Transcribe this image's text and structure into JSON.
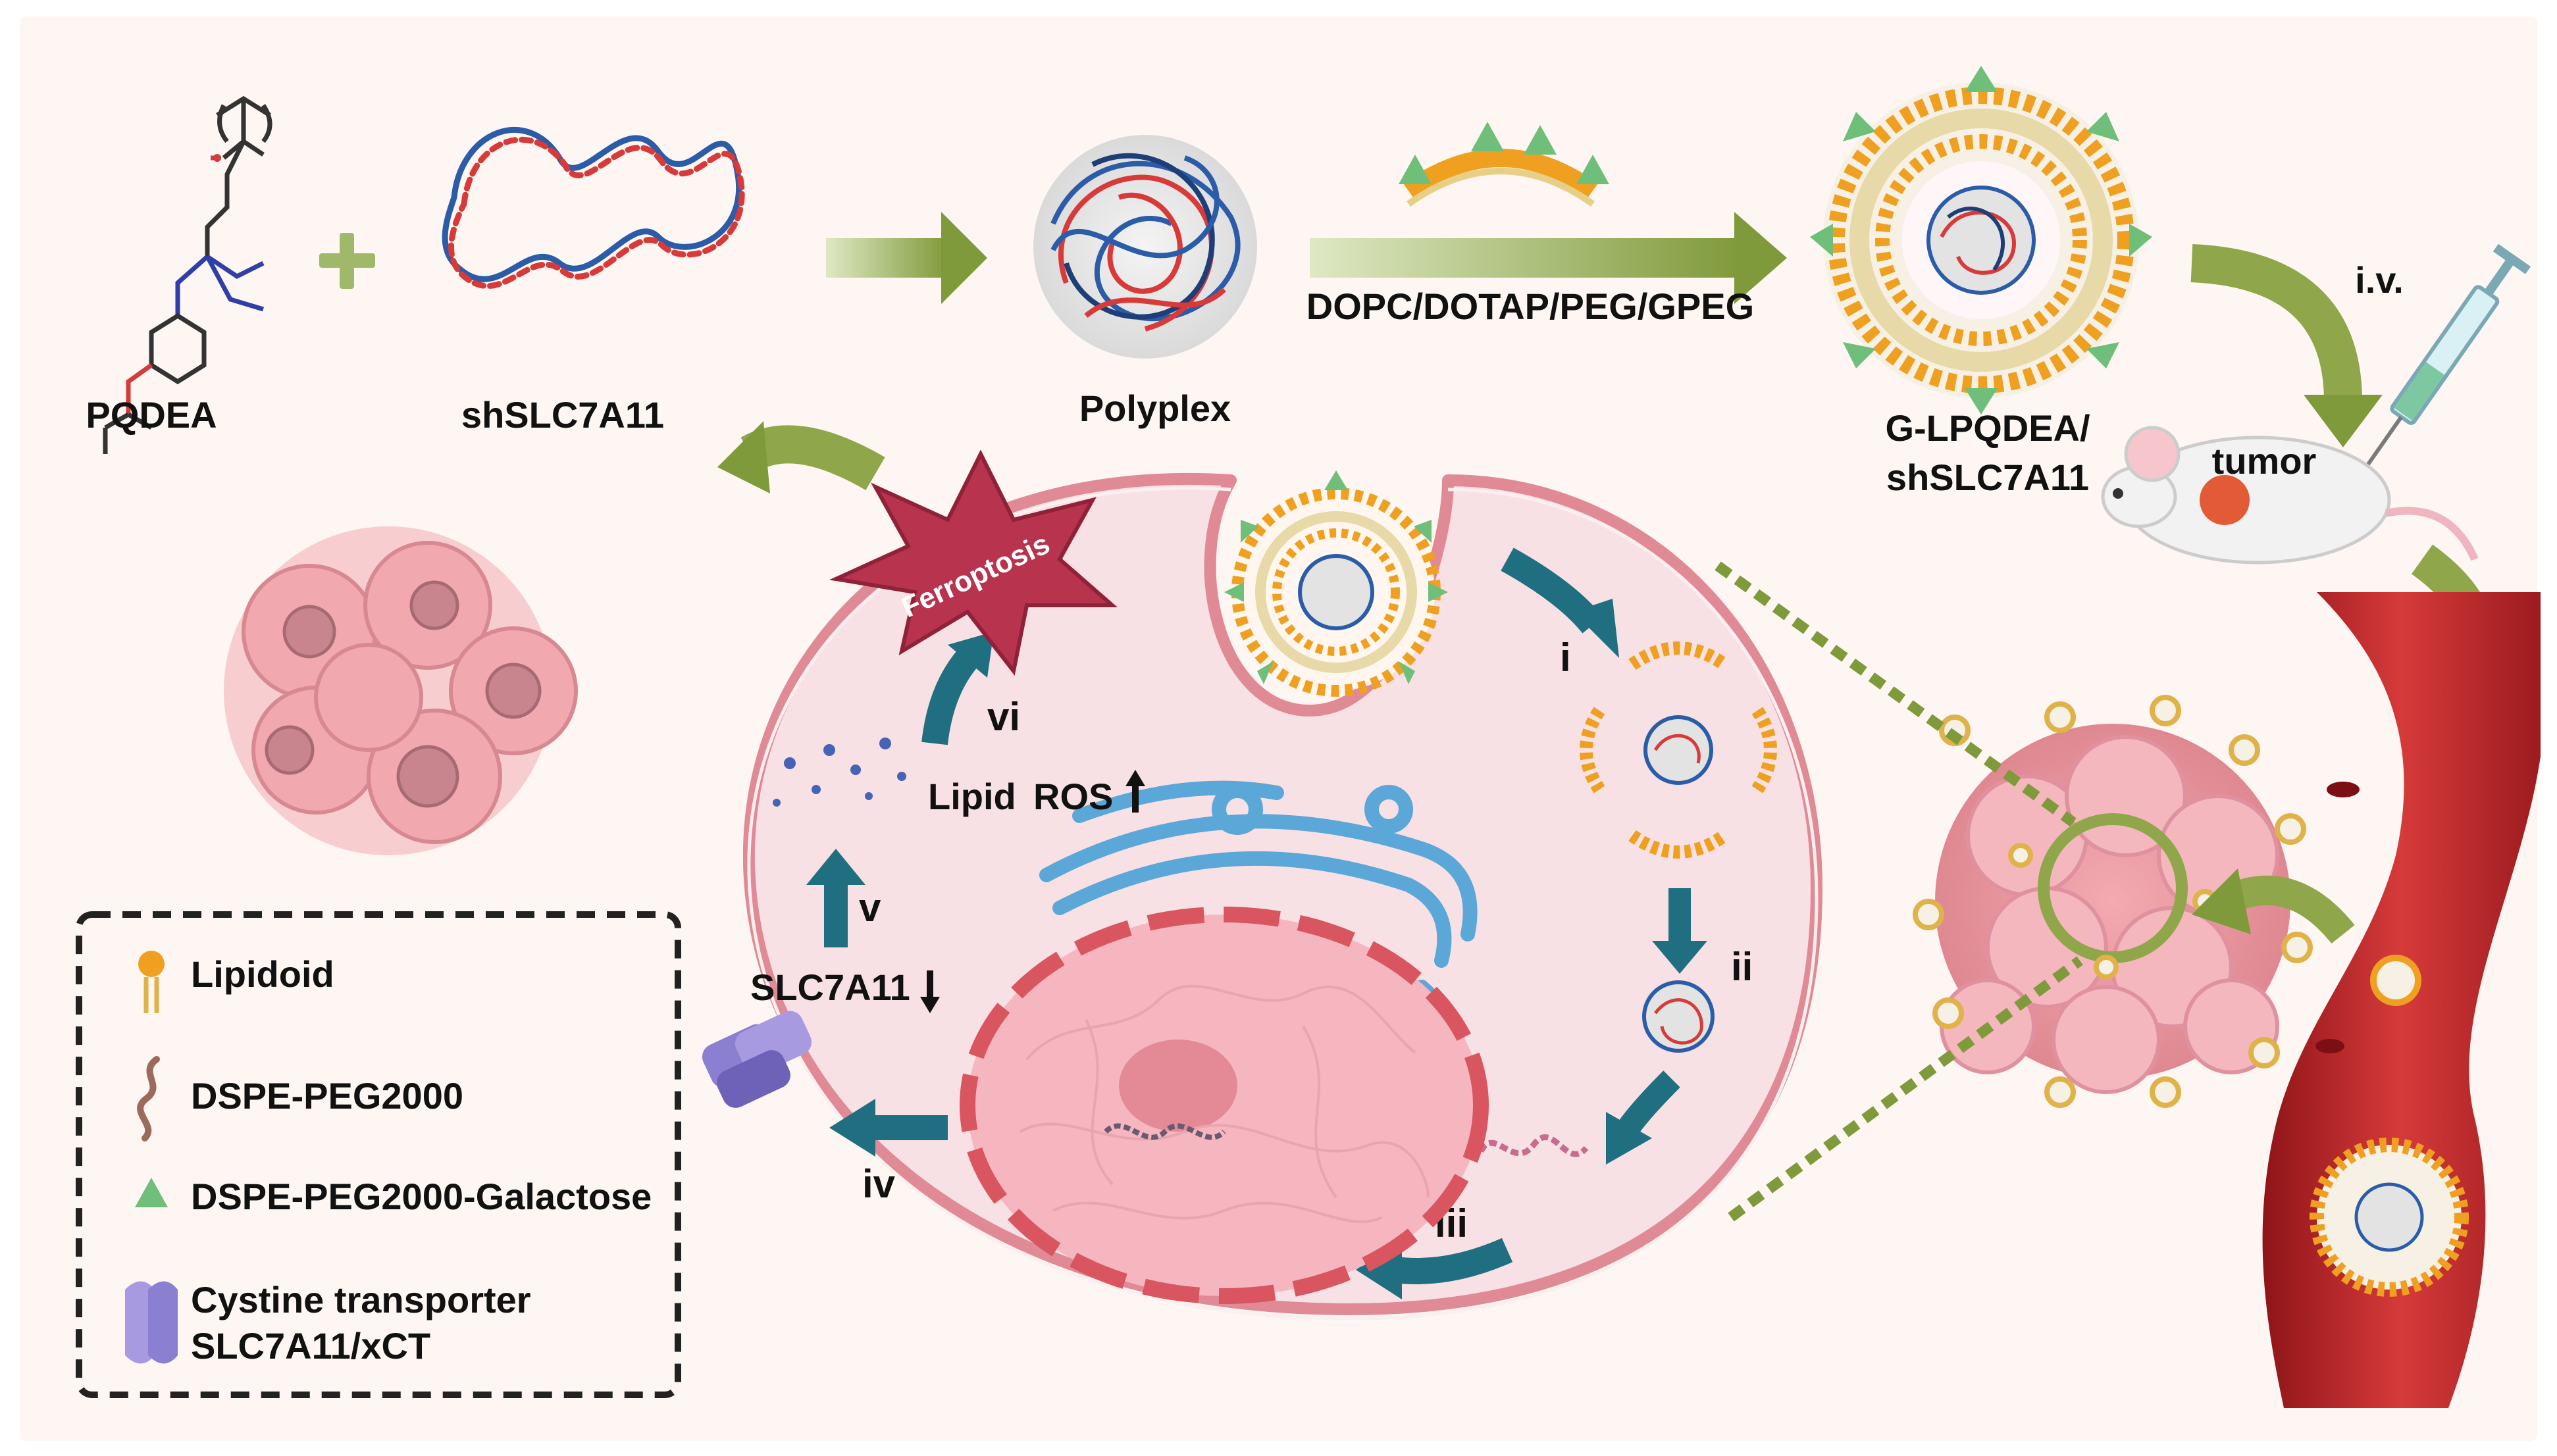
{
  "labels": {
    "pqdea": "PQDEA",
    "shrna": "shSLC7A11",
    "polyplex": "Polyplex",
    "lipid_mix": "DOPC/DOTAP/PEG/GPEG",
    "nanoparticle_line1": "G-LPQDEA/",
    "nanoparticle_line2": "shSLC7A11",
    "iv": "i.v.",
    "tumor": "tumor",
    "ferroptosis": "Ferroptosis",
    "lipid_ros_word1": "Lipid",
    "lipid_ros_word2": "ROS",
    "slc7a11_down": "SLC7A11"
  },
  "steps": [
    "i",
    "ii",
    "iii",
    "iv",
    "v",
    "vi"
  ],
  "legend": {
    "items": [
      {
        "label": "Lipidoid",
        "icon": "lipidoid-icon"
      },
      {
        "label": "DSPE-PEG2000",
        "icon": "peg-chain-icon"
      },
      {
        "label": "DSPE-PEG2000-Galactose",
        "icon": "galactose-triangle-icon"
      },
      {
        "label": "Cystine transporter",
        "label2": "SLC7A11/xCT",
        "icon": "cystine-transporter-icon"
      }
    ]
  },
  "colors": {
    "background": "#fdf6f2",
    "green_arrow": "#8fa64a",
    "teal_arrow": "#1f6f80",
    "cell": "#f7e1e4",
    "cell_border": "#e08a96",
    "ferroptosis": "#b8334d",
    "vessel": "#c2272d",
    "legend_purple": "#8a7fd0"
  }
}
